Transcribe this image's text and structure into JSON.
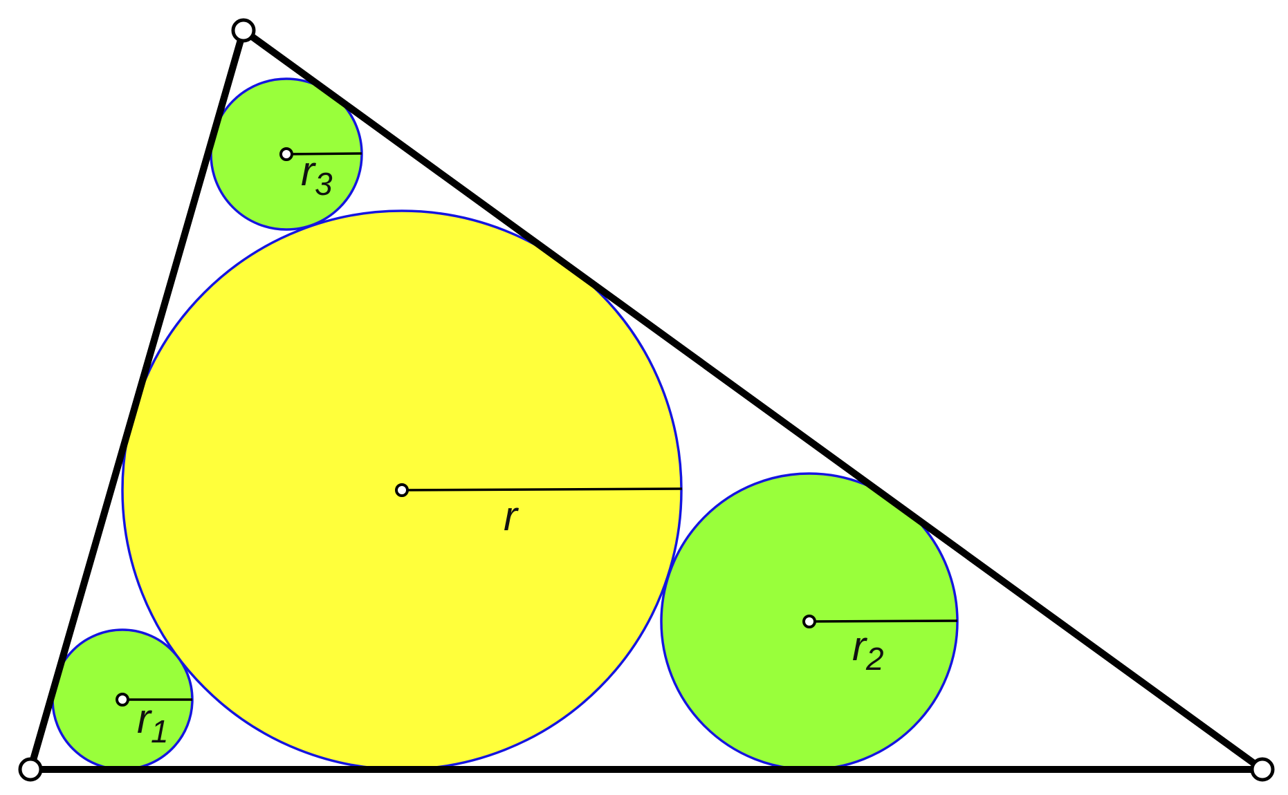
{
  "diagram": {
    "colors": {
      "background": "#ffffff",
      "triangle_stroke": "#000000",
      "circle_outline": "#1515e0",
      "incircle_fill": "#ffff3b",
      "small_circle_fill": "#99ff3b",
      "radius_stroke": "#000000",
      "point_fill": "#ffffff"
    },
    "labels": {
      "incircle": {
        "symbol": "r",
        "subscript": ""
      },
      "circle_1": {
        "symbol": "r",
        "subscript": "1"
      },
      "circle_2": {
        "symbol": "r",
        "subscript": "2"
      },
      "circle_3": {
        "symbol": "r",
        "subscript": "3"
      }
    }
  }
}
